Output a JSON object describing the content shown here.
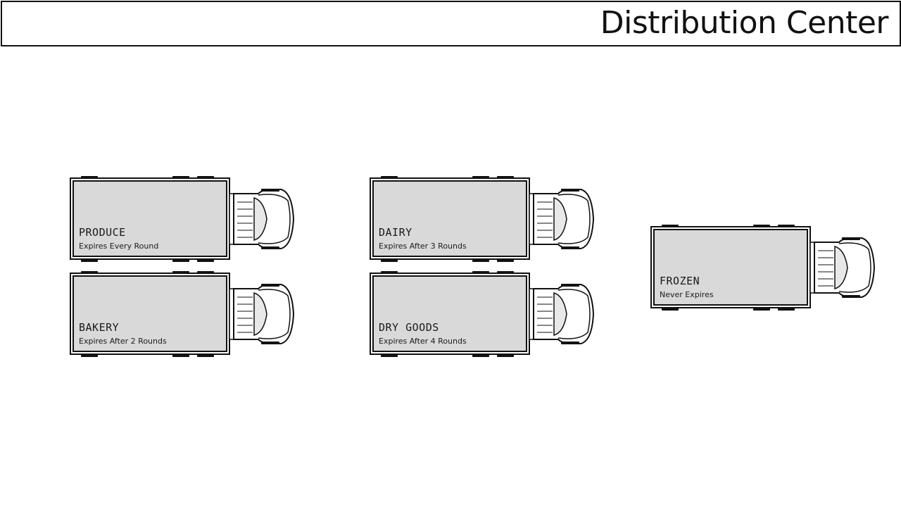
{
  "header": {
    "title": "Distribution Center"
  },
  "trucks": [
    {
      "name": "PRODUCE",
      "expiry": "Expires Every Round"
    },
    {
      "name": "BAKERY",
      "expiry": "Expires After 2 Rounds"
    },
    {
      "name": "DAIRY",
      "expiry": "Expires After 3 Rounds"
    },
    {
      "name": "DRY GOODS",
      "expiry": "Expires After 4 Rounds"
    },
    {
      "name": "FROZEN",
      "expiry": "Never Expires"
    }
  ],
  "colors": {
    "cargo_fill": "#d9d9d9",
    "outline": "#111111",
    "background": "#ffffff"
  }
}
